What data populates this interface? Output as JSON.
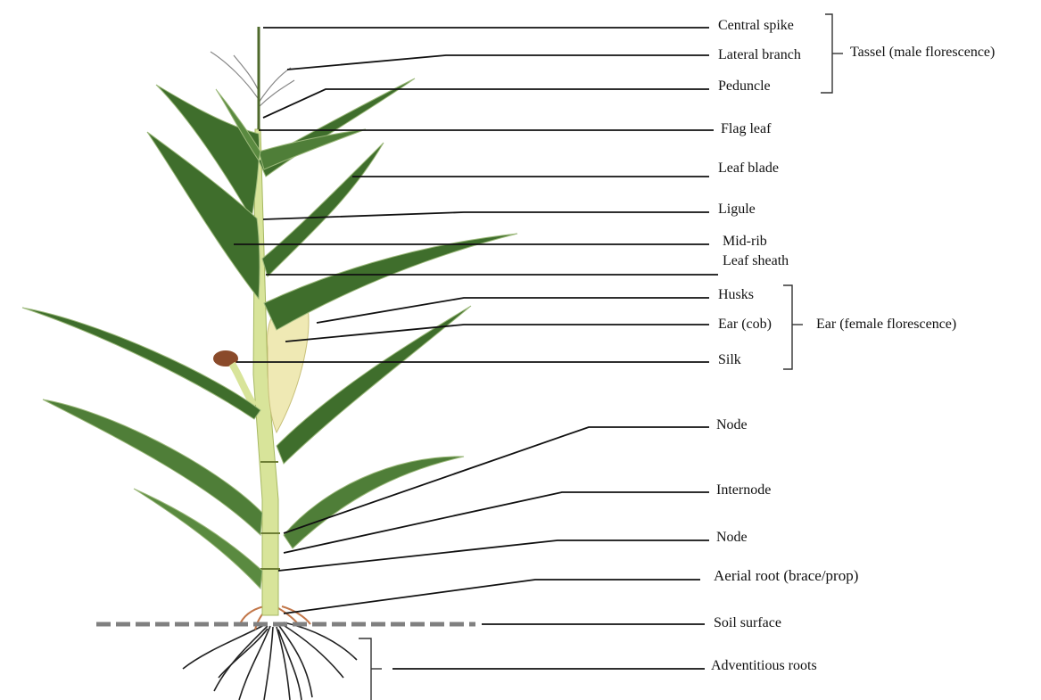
{
  "labels": {
    "central_spike": "Central spike",
    "lateral_branch": "Lateral branch",
    "peduncle": "Peduncle",
    "flag_leaf": "Flag leaf",
    "leaf_blade": "Leaf blade",
    "ligule": "Ligule",
    "mid_rib": "Mid-rib",
    "leaf_sheath": "Leaf sheath",
    "husks": "Husks",
    "ear_cob": "Ear (cob)",
    "silk": "Silk",
    "node_upper": "Node",
    "internode": "Internode",
    "node_lower": "Node",
    "aerial_root": "Aerial root (brace/prop)",
    "soil_surface": "Soil surface",
    "adventitious_roots": "Adventitious roots"
  },
  "groups": {
    "tassel": "Tassel (male florescence)",
    "ear": "Ear (female florescence)"
  },
  "colors": {
    "leaf": "#3f6e2c",
    "leaf_light": "#9bb87a",
    "stem": "#d8e49a",
    "ear": "#efe9b4",
    "silk": "#8a4a2a",
    "root": "#222222",
    "soil": "#808080",
    "line": "#111111"
  }
}
